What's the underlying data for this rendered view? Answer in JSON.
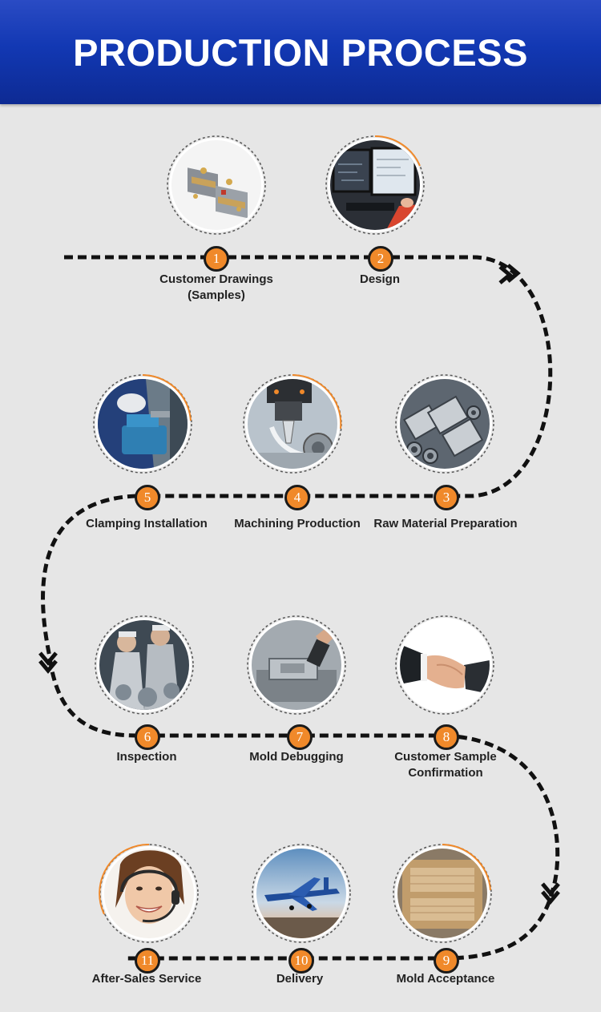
{
  "header": {
    "title": "PRODUCTION PROCESS"
  },
  "steps": [
    {
      "number": "1",
      "label": "Customer Drawings (Samples)",
      "icon": "mold-parts-photo"
    },
    {
      "number": "2",
      "label": "Design",
      "icon": "computer-design-photo"
    },
    {
      "number": "3",
      "label": "Raw Material Preparation",
      "icon": "steel-tubes-photo"
    },
    {
      "number": "4",
      "label": "Machining Production",
      "icon": "cnc-machine-photo"
    },
    {
      "number": "5",
      "label": "Clamping Installation",
      "icon": "vise-clamping-photo"
    },
    {
      "number": "6",
      "label": "Inspection",
      "icon": "workers-inspection-photo"
    },
    {
      "number": "7",
      "label": "Mold Debugging",
      "icon": "mold-debugging-photo"
    },
    {
      "number": "8",
      "label": "Customer Sample Confirmation",
      "icon": "handshake-photo"
    },
    {
      "number": "9",
      "label": "Mold Acceptance",
      "icon": "wooden-crate-photo"
    },
    {
      "number": "10",
      "label": "Delivery",
      "icon": "airplane-photo"
    },
    {
      "number": "11",
      "label": "After-Sales Service",
      "icon": "support-agent-photo"
    }
  ],
  "colors": {
    "header_blue": "#1238b3",
    "badge_orange": "#f0892a",
    "ring_orange": "#f0892a",
    "path": "#111111"
  }
}
